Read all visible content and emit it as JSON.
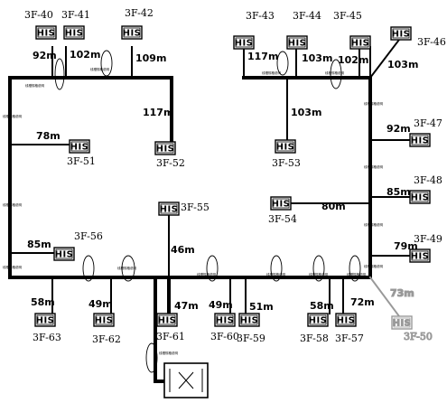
{
  "units": [
    {
      "id": "3F-40",
      "label": "3F-40",
      "cable": "92m",
      "box": "HIS"
    },
    {
      "id": "3F-41",
      "label": "3F-41",
      "cable": "102m",
      "box": "HIS"
    },
    {
      "id": "3F-42",
      "label": "3F-42",
      "cable": "109m",
      "box": "HIS"
    },
    {
      "id": "3F-43",
      "label": "3F-43",
      "cable": "117m",
      "box": "HIS"
    },
    {
      "id": "3F-44",
      "label": "3F-44",
      "cable": "103m",
      "box": "HIS"
    },
    {
      "id": "3F-45",
      "label": "3F-45",
      "cable": "102m",
      "box": "HIS"
    },
    {
      "id": "3F-46",
      "label": "3F-46",
      "cable": "103m",
      "box": "HIS"
    },
    {
      "id": "3F-47",
      "label": "3F-47",
      "cable": "92m",
      "box": "HIS"
    },
    {
      "id": "3F-48",
      "label": "3F-48",
      "cable": "85m",
      "box": "HIS"
    },
    {
      "id": "3F-49",
      "label": "3F-49",
      "cable": "79m",
      "box": "HIS"
    },
    {
      "id": "3F-50",
      "label": "3F-50",
      "cable": "73m",
      "box": "HIS"
    },
    {
      "id": "3F-51",
      "label": "3F-51",
      "cable": "78m",
      "box": "HIS"
    },
    {
      "id": "3F-52",
      "label": "3F-52",
      "cable": "117m",
      "box": "HIS"
    },
    {
      "id": "3F-53",
      "label": "3F-53",
      "cable": "103m",
      "box": "HIS"
    },
    {
      "id": "3F-54",
      "label": "3F-54",
      "cable": "80m",
      "box": "HIS"
    },
    {
      "id": "3F-55",
      "label": "3F-55",
      "cable": "46m",
      "box": "HIS"
    },
    {
      "id": "3F-56",
      "label": "3F-56",
      "cable": "85m",
      "box": "HIS"
    },
    {
      "id": "3F-57",
      "label": "3F-57",
      "cable": "72m",
      "box": "HIS"
    },
    {
      "id": "3F-58",
      "label": "3F-58",
      "cable": "58m",
      "box": "HIS"
    },
    {
      "id": "3F-59",
      "label": "3F-59",
      "cable": "51m",
      "box": "HIS"
    },
    {
      "id": "3F-60",
      "label": "3F-60",
      "cable": "49m",
      "box": "HIS"
    },
    {
      "id": "3F-61",
      "label": "3F-61",
      "cable": "47m",
      "box": "HIS"
    },
    {
      "id": "3F-62",
      "label": "3F-62",
      "cable": "49m",
      "box": "HIS"
    },
    {
      "id": "3F-63",
      "label": "3F-63",
      "cable": "58m",
      "box": "HIS"
    }
  ],
  "tray_tag": "线槽规格说明",
  "colors": {
    "line": "#000000",
    "dim": "#999999",
    "background": "#ffffff"
  }
}
